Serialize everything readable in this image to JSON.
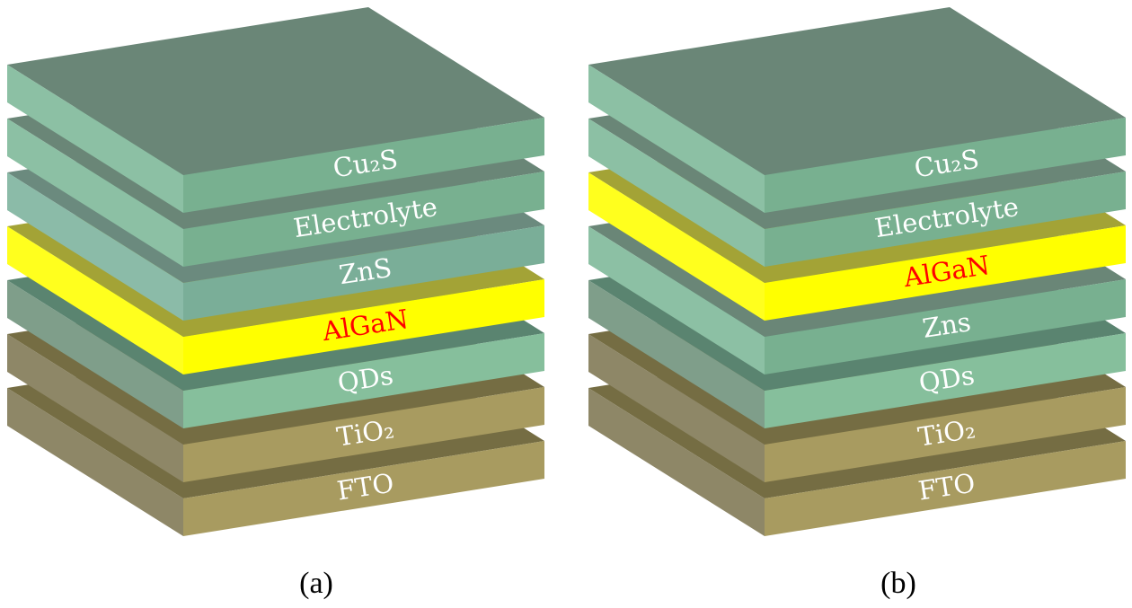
{
  "panels": [
    {
      "caption": "(a)",
      "layers": [
        {
          "label": "Cu₂S",
          "material": "green",
          "text_color": "#ffffff"
        },
        {
          "label": "Electrolyte",
          "material": "green",
          "text_color": "#ffffff"
        },
        {
          "label": "ZnS",
          "material": "teal",
          "text_color": "#ffffff"
        },
        {
          "label": "AlGaN",
          "material": "yellow",
          "text_color": "#ff0000"
        },
        {
          "label": "QDs",
          "material": "qd",
          "text_color": "#ffffff"
        },
        {
          "label": "TiO₂",
          "material": "olive",
          "text_color": "#ffffff"
        },
        {
          "label": "FTO",
          "material": "olive",
          "text_color": "#ffffff"
        }
      ]
    },
    {
      "caption": "(b)",
      "layers": [
        {
          "label": "Cu₂S",
          "material": "green",
          "text_color": "#ffffff"
        },
        {
          "label": "Electrolyte",
          "material": "green",
          "text_color": "#ffffff"
        },
        {
          "label": "AlGaN",
          "material": "yellow",
          "text_color": "#ff0000"
        },
        {
          "label": "Zns",
          "material": "green",
          "text_color": "#ffffff"
        },
        {
          "label": "QDs",
          "material": "qd",
          "text_color": "#ffffff"
        },
        {
          "label": "TiO₂",
          "material": "olive",
          "text_color": "#ffffff"
        },
        {
          "label": "FTO",
          "material": "olive",
          "text_color": "#ffffff"
        }
      ]
    }
  ],
  "materials": {
    "green": {
      "top": "#6a8677",
      "front": "#78b090",
      "left": "#8cc0a4"
    },
    "teal": {
      "top": "#6b8a7e",
      "front": "#7aae98",
      "left": "#8bbba8"
    },
    "yellow": {
      "top": "#a3a336",
      "front": "#ffff00",
      "left": "#ffff1e"
    },
    "qd": {
      "top": "#5a8470",
      "front": "#86bf9c",
      "left": "#7f9e8a"
    },
    "olive": {
      "top": "#756d43",
      "front": "#a89b60",
      "left": "#8e8767"
    }
  }
}
